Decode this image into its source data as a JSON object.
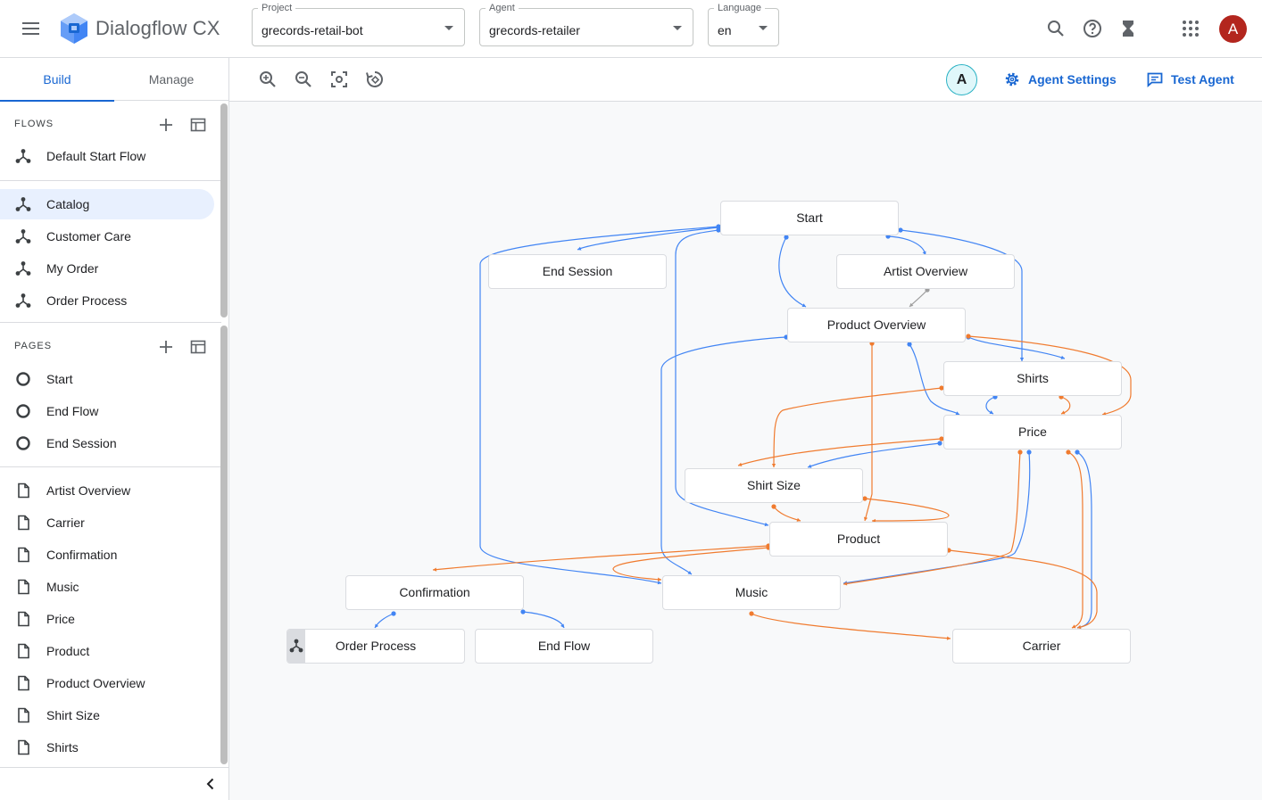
{
  "header": {
    "app_title": "Dialogflow CX",
    "project": {
      "label": "Project",
      "value": "grecords-retail-bot"
    },
    "agent": {
      "label": "Agent",
      "value": "grecords-retailer"
    },
    "language": {
      "label": "Language",
      "value": "en"
    },
    "avatar_letter": "A"
  },
  "sidebar": {
    "tabs": [
      "Build",
      "Manage"
    ],
    "active_tab": "Build",
    "flows_heading": "FLOWS",
    "default_flow": "Default Start Flow",
    "flows": [
      "Catalog",
      "Customer Care",
      "My Order",
      "Order Process"
    ],
    "active_flow": "Catalog",
    "pages_heading": "PAGES",
    "special_pages": [
      "Start",
      "End Flow",
      "End Session"
    ],
    "pages": [
      "Artist Overview",
      "Carrier",
      "Confirmation",
      "Music",
      "Price",
      "Product",
      "Product Overview",
      "Shirt Size",
      "Shirts"
    ]
  },
  "toolbar": {
    "agent_chip": "A",
    "agent_settings": "Agent Settings",
    "test_agent": "Test Agent"
  },
  "graph": {
    "nodes": {
      "start": "Start",
      "end_session": "End Session",
      "artist_overview": "Artist Overview",
      "product_overview": "Product Overview",
      "shirts": "Shirts",
      "price": "Price",
      "shirt_size": "Shirt Size",
      "product": "Product",
      "confirmation": "Confirmation",
      "music": "Music",
      "order_process": "Order Process",
      "end_flow": "End Flow",
      "carrier": "Carrier"
    },
    "colors": {
      "blue_edge": "#4285f4",
      "orange_edge": "#f07b2f",
      "gray_edge": "#9e9e9e"
    }
  }
}
